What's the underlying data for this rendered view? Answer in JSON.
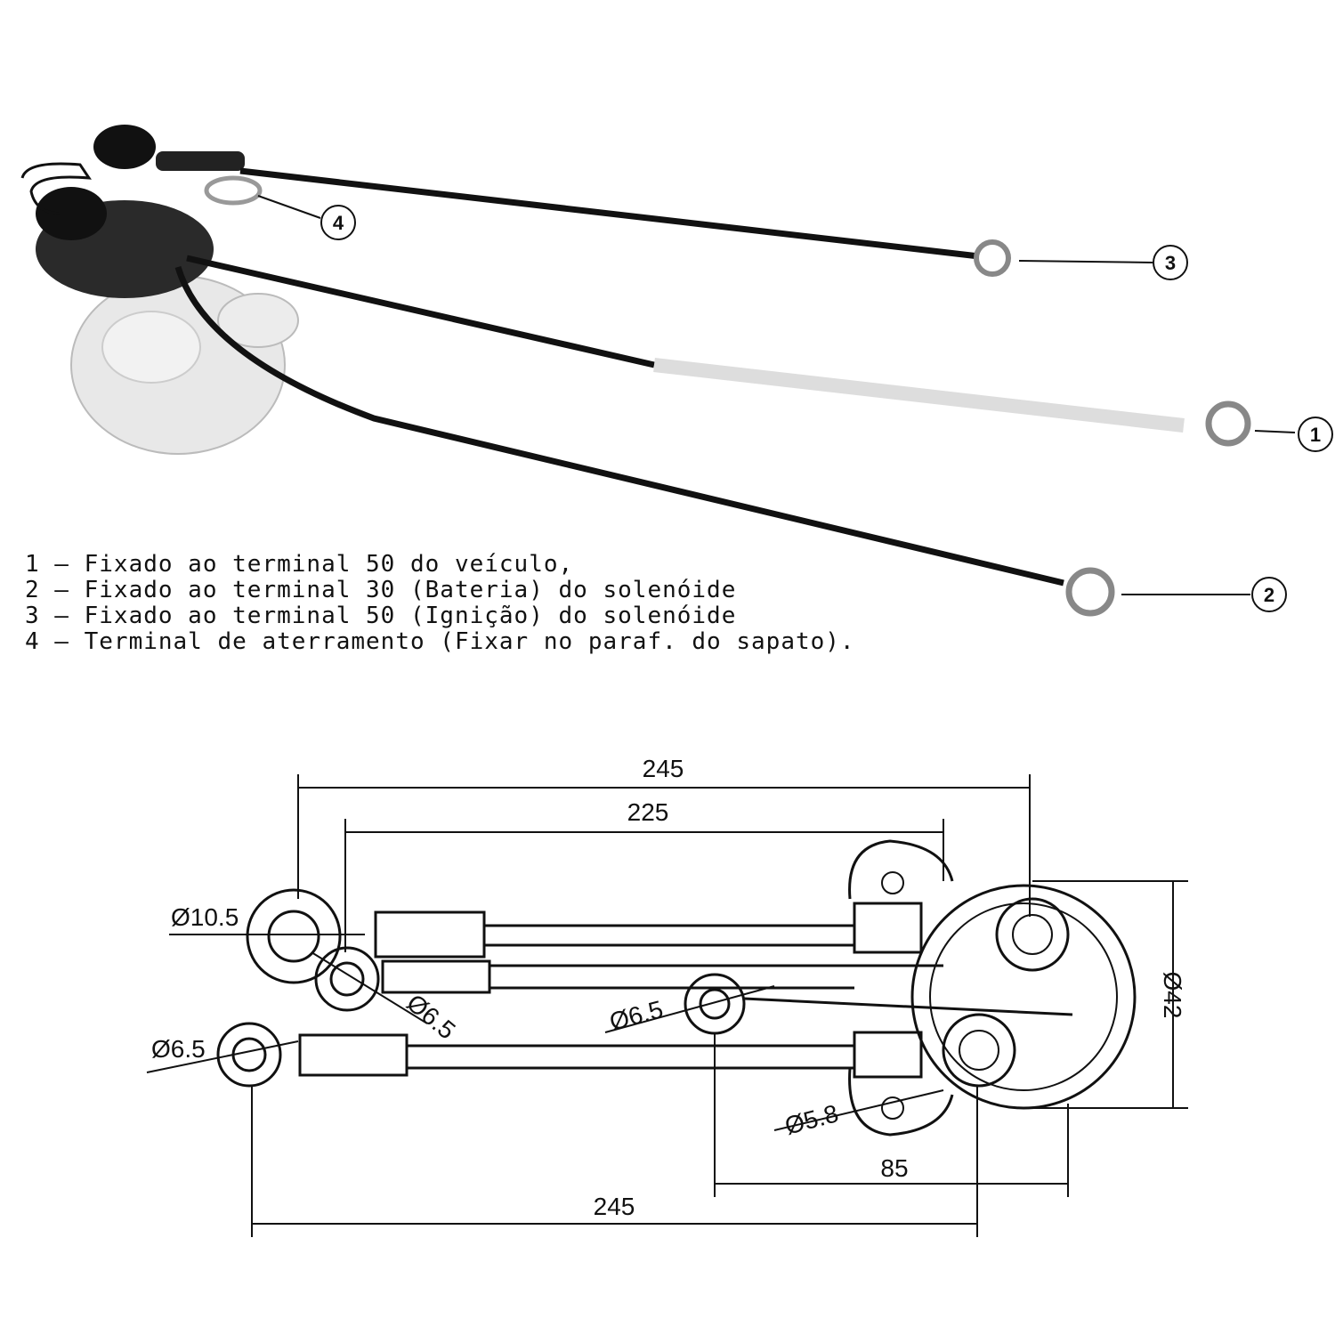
{
  "callouts": [
    "1",
    "2",
    "3",
    "4"
  ],
  "legend": [
    "1 – Fixado ao terminal 50 do veículo,",
    "2 – Fixado ao terminal 30 (Bateria) do solenóide",
    "3 – Fixado ao terminal 50 (Ignição) do solenóide",
    "4 – Terminal de aterramento (Fixar no paraf. do sapato)."
  ],
  "dimensions": {
    "top_length": "245",
    "inner_length": "225",
    "bottom_length": "245",
    "offset": "85",
    "ring_large": "Ø10.5",
    "ring_small_a": "Ø6.5",
    "ring_small_b": "Ø6.5",
    "ring_small_c": "Ø6.5",
    "mount_hole": "Ø5.8",
    "body_diameter": "Ø42"
  }
}
